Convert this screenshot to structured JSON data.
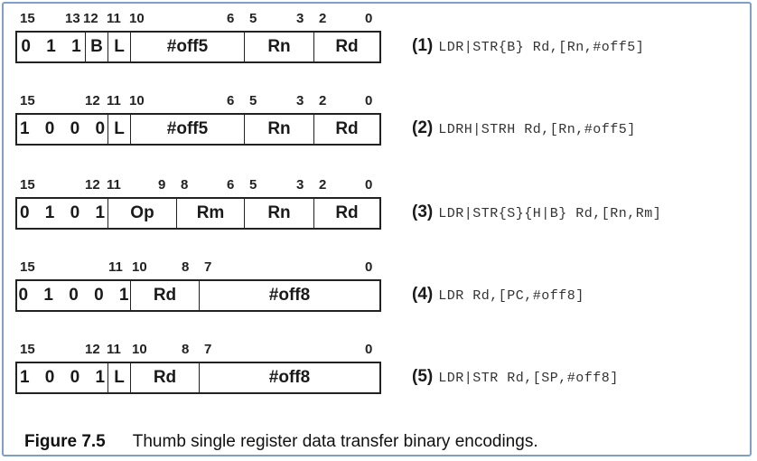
{
  "encodings": [
    {
      "bits": [
        "15",
        "13",
        "12",
        "11",
        "10",
        "6",
        "5",
        "3",
        "2",
        "0"
      ],
      "fields": [
        "0 1 1",
        "B",
        "L",
        "#off5",
        "Rn",
        "Rd"
      ],
      "number": "(1)",
      "syntax": "LDR|STR{B} Rd,[Rn,#off5]"
    },
    {
      "bits": [
        "15",
        "12",
        "11",
        "10",
        "6",
        "5",
        "3",
        "2",
        "0"
      ],
      "fields": [
        "1 0 0 0",
        "L",
        "#off5",
        "Rn",
        "Rd"
      ],
      "number": "(2)",
      "syntax": "LDRH|STRH Rd,[Rn,#off5]"
    },
    {
      "bits": [
        "15",
        "12",
        "11",
        "9",
        "8",
        "6",
        "5",
        "3",
        "2",
        "0"
      ],
      "fields": [
        "0 1 0 1",
        "Op",
        "Rm",
        "Rn",
        "Rd"
      ],
      "number": "(3)",
      "syntax": "LDR|STR{S}{H|B} Rd,[Rn,Rm]"
    },
    {
      "bits": [
        "15",
        "11",
        "10",
        "8",
        "7",
        "0"
      ],
      "fields": [
        "0 1 0 0 1",
        "Rd",
        "#off8"
      ],
      "number": "(4)",
      "syntax": "LDR Rd,[PC,#off8]"
    },
    {
      "bits": [
        "15",
        "12",
        "11",
        "10",
        "8",
        "7",
        "0"
      ],
      "fields": [
        "1 0 0 1",
        "L",
        "Rd",
        "#off8"
      ],
      "number": "(5)",
      "syntax": "LDR|STR Rd,[SP,#off8]"
    }
  ],
  "caption": {
    "figure": "Figure 7.5",
    "text": "Thumb single register data transfer binary encodings."
  }
}
